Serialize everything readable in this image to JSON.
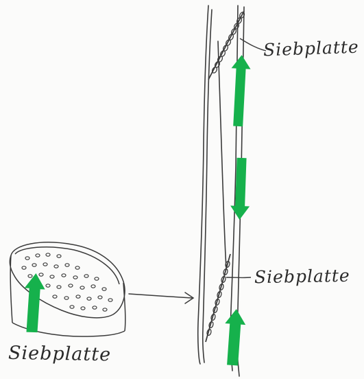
{
  "labels": {
    "sieve_plate_top": "Siebplatte",
    "sieve_plate_mid": "Siebplatte",
    "sieve_plate_bottom": "Siebplatte"
  },
  "colors": {
    "pencil": "#3a3a3a",
    "arrow_green": "#16b14c",
    "paper": "#fbfbfa"
  },
  "icons": {
    "flow_arrow": "green-up-down-arrow"
  }
}
